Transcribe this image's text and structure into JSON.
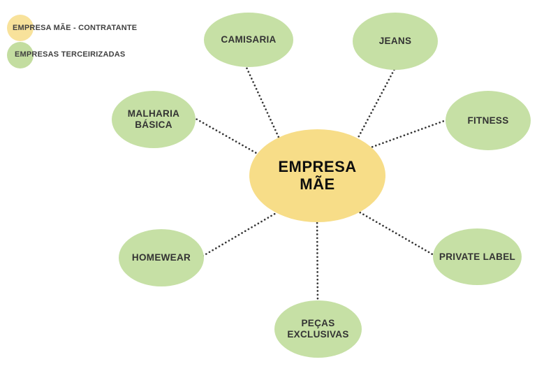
{
  "diagram": {
    "type": "mind-map",
    "center": {
      "label": "EMPRESA MÃE"
    },
    "satellites": [
      {
        "label": "CAMISARIA"
      },
      {
        "label": "JEANS"
      },
      {
        "label": "FITNESS"
      },
      {
        "label": "PRIVATE LABEL"
      },
      {
        "label": "PEÇAS EXCLUSIVAS"
      },
      {
        "label": "HOMEWEAR"
      },
      {
        "label": "MALHARIA BÁSICA"
      }
    ]
  },
  "legend": {
    "items": [
      {
        "label": "EMPRESA MÃE - CONTRATANTE",
        "swatch": "yellow-circle"
      },
      {
        "label": "EMPRESAS TERCEIRIZADAS",
        "swatch": "green-circle"
      }
    ]
  },
  "colors": {
    "node_yellow": "#F7DD88",
    "node_green": "#C6E0A5",
    "legend_yellow": "#F8E29B",
    "legend_green": "#C3DDA0",
    "dot_color": "#363636",
    "node_text": "#333333",
    "center_text": "#0e0e0e",
    "legend_text": "#404040"
  }
}
